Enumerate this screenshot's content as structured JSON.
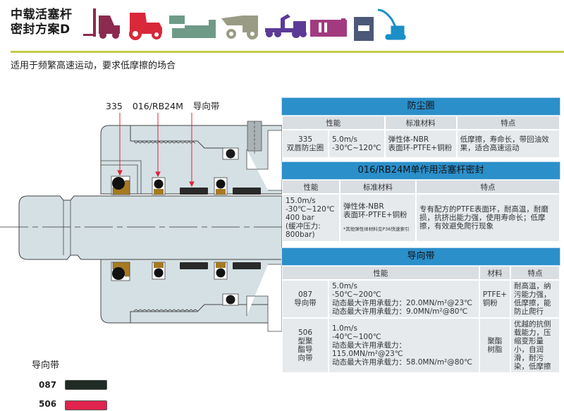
{
  "header": {
    "title_line1": "中载活塞杆",
    "title_line2": "密封方案D",
    "subtitle": "适用于频繁高速运动，要求低摩擦的场合",
    "accent_rule_color": "#c3cc4a",
    "application_icons": [
      {
        "name": "forklift-icon",
        "color": "#8b2a4e"
      },
      {
        "name": "tractor-icon",
        "color": "#d8283a"
      },
      {
        "name": "machine-tool-icon",
        "color": "#6f9a88"
      },
      {
        "name": "dumper-icon",
        "color": "#9a9b84"
      },
      {
        "name": "crane-truck-icon",
        "color": "#5b3b96"
      },
      {
        "name": "injection-molding-icon",
        "color": "#a23a7f"
      },
      {
        "name": "press-icon",
        "color": "#4b5877"
      },
      {
        "name": "excavator-icon",
        "color": "#1a8fc8"
      }
    ]
  },
  "diagram": {
    "callouts": [
      "335",
      "016/RB24M",
      "导向带"
    ]
  },
  "tables": {
    "wiper": {
      "title": "防尘圈",
      "headers": [
        "性能",
        "标准材料",
        "特点"
      ],
      "row": {
        "code": "335",
        "name": "双唇防尘圈",
        "perf": [
          "5.0m/s",
          "-30℃~120℃"
        ],
        "material": [
          "弹性体-NBR",
          "表面环-PTFE+铜粉"
        ],
        "features": "低摩擦，寿命长，带回油效果，适合高速运动"
      }
    },
    "rod_seal": {
      "title": "016/RB24M单作用活塞杆密封",
      "headers": [
        "性能",
        "标准材料",
        "特点"
      ],
      "row": {
        "perf": [
          "15.0m/s",
          "-30℃~120℃",
          "400 bar",
          "(缓冲压力:",
          "800bar)"
        ],
        "material": [
          "弹性体-NBR",
          "表面环-PTFE+铜粉"
        ],
        "note": "*其他弹性体材料见P36快速索引",
        "features": "专有配方的PTFE表面环，耐高温，耐磨损，抗挤出能力强，使用寿命长；低摩擦，有效避免爬行现象"
      }
    },
    "guide": {
      "title": "导向带",
      "headers": [
        "性能",
        "材料",
        "特点"
      ],
      "rows": [
        {
          "code": "087",
          "name": "导向带",
          "perf": [
            "5.0m/s",
            "-50℃~200℃",
            "动态最大许用承载力：20.0MN/m²@23℃",
            "动态最大许用承载力：9.0MN/m²@80℃"
          ],
          "material": [
            "PTFE+",
            "铜粉"
          ],
          "features": "耐高温，纳污能力强，低摩擦，能防止爬行"
        },
        {
          "code": "506",
          "name": "型聚酯导向带",
          "perf": [
            "1.0m/s",
            "-40℃~100℃",
            "动态最大许用承载力：115.0MN/m²@23℃",
            "动态最大许用承载力：58.0MN/m²@80℃"
          ],
          "material": [
            "聚酯",
            "树脂"
          ],
          "features": "优越的抗侧载能力，压缩变形量小，自润滑，耐污染，低摩擦"
        }
      ]
    }
  },
  "legend": {
    "title": "导向带",
    "items": [
      {
        "label": "087",
        "color": "#1f2b24"
      },
      {
        "label": "506",
        "color": "#e0234f"
      }
    ]
  }
}
